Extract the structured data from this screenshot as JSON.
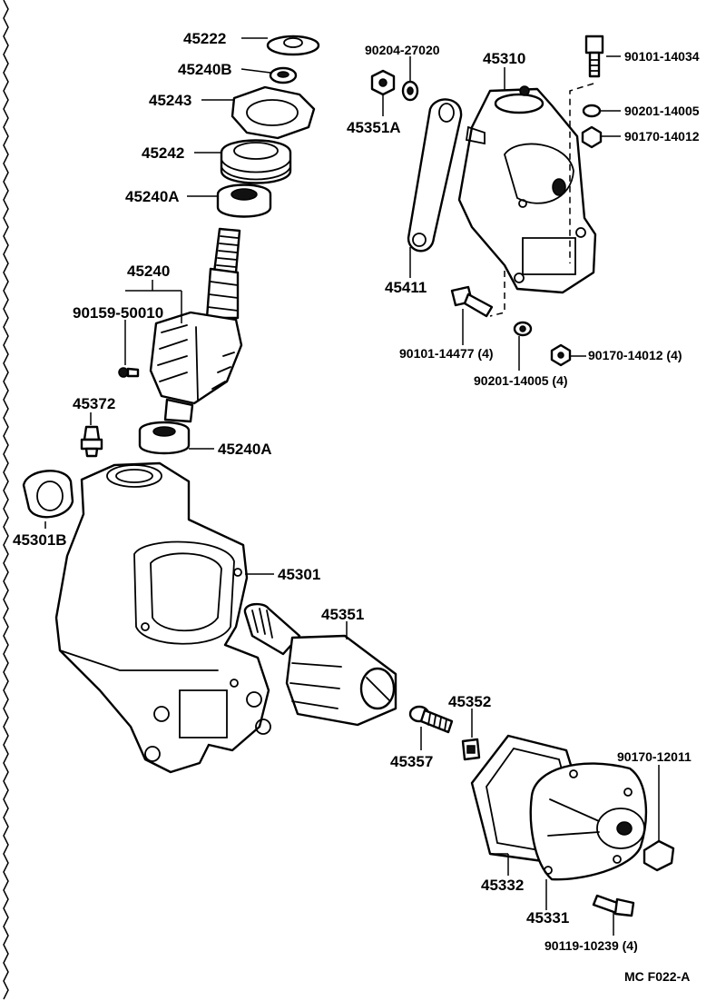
{
  "diagram_code": "MC F022-A",
  "labels": {
    "p45222": "45222",
    "p45240b": "45240B",
    "p45243": "45243",
    "p45242": "45242",
    "p45240a_top": "45240A",
    "p45240": "45240",
    "p90159": "90159-50010",
    "p45372": "45372",
    "p45240a_bot": "45240A",
    "p45301b": "45301B",
    "p45301": "45301",
    "p45351": "45351",
    "p45352": "45352",
    "p45357": "45357",
    "p45332": "45332",
    "p45331": "45331",
    "p90170_12011": "90170-12011",
    "p90119": "90119-10239 (4)",
    "p90204": "90204-27020",
    "p45310": "45310",
    "p90101_14034": "90101-14034",
    "p90201_14005": "90201-14005",
    "p90170_14012": "90170-14012",
    "p45351a": "45351A",
    "p45411": "45411",
    "p90101_14477": "90101-14477 (4)",
    "p90201_14005_4": "90201-14005 (4)",
    "p90170_14012_4": "90170-14012 (4)"
  }
}
